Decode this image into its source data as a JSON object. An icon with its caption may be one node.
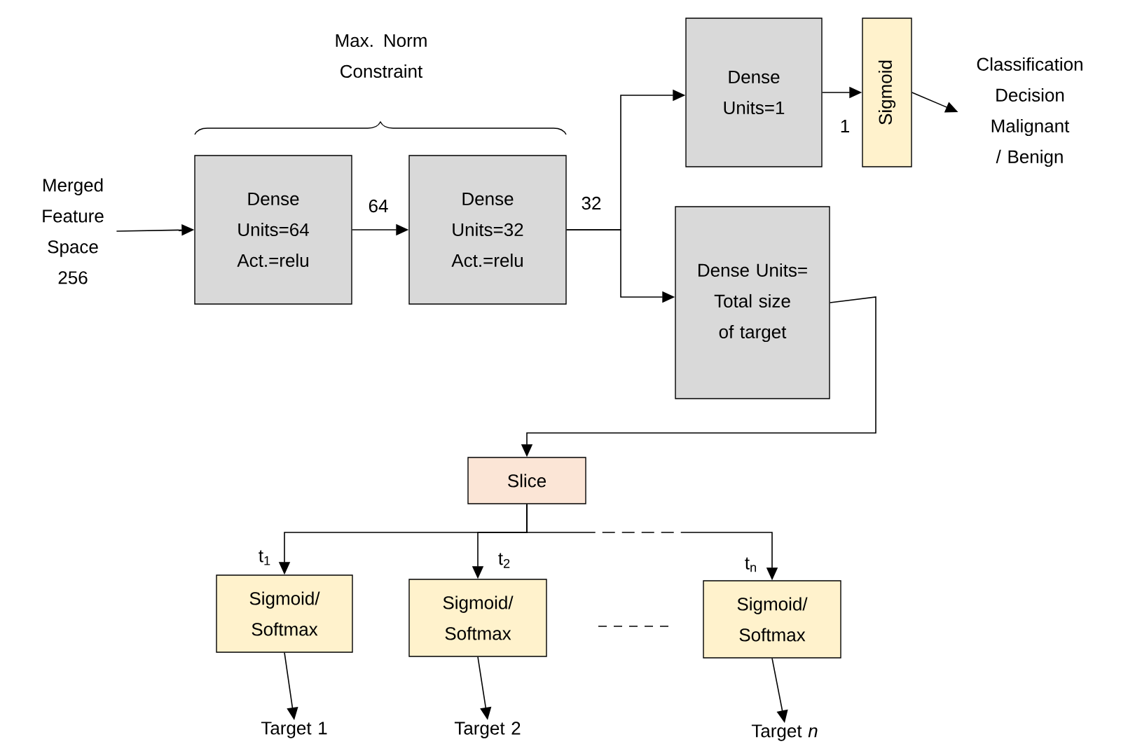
{
  "diagram": {
    "nodes": [
      {
        "text": [
          "Merged Feature Space 256"
        ]
      },
      {
        "text": [
          "Dense Units=64 Act.=relu"
        ]
      },
      {
        "text": [
          "Dense Units=32 Act.=relu"
        ]
      },
      {
        "text": [
          "Dense Units=1"
        ]
      },
      {
        "text": [
          "Sigmoid"
        ]
      },
      {
        "text": [
          "Classification Decision Malignant / Benign"
        ]
      },
      {
        "text": [
          "Dense Units= Total size of target"
        ]
      },
      {
        "text": [
          "Slice"
        ]
      },
      {
        "text": [
          "Sigmoid/ Softmax"
        ]
      },
      {
        "text": [
          "Sigmoid/ Softmax"
        ]
      },
      {
        "text": [
          "Sigmoid/ Softmax"
        ]
      },
      {
        "text": [
          "Target 1"
        ]
      },
      {
        "text": [
          "Target 2"
        ]
      },
      {
        "text": [
          "Target *n*"
        ]
      }
    ],
    "edges": [
      {
        "from": 0,
        "to": 1,
        "arrow": "to"
      },
      {
        "from": 1,
        "to": 2,
        "arrow": "to",
        "label": "64"
      },
      {
        "from": 2,
        "to": 3,
        "arrow": "to",
        "label": "32"
      },
      {
        "from": 2,
        "to": 6,
        "arrow": "to"
      },
      {
        "from": 3,
        "to": 4,
        "arrow": "to",
        "label": "1"
      },
      {
        "from": 4,
        "to": 5,
        "arrow": "to"
      },
      {
        "from": 6,
        "to": 7,
        "arrow": "to"
      },
      {
        "from": 7,
        "to": 8,
        "arrow": "to",
        "label": "t$_{1}$"
      },
      {
        "from": 7,
        "to": 9,
        "arrow": "to",
        "label": "t$_{2}$"
      },
      {
        "from": 7,
        "to": 10,
        "arrow": "to",
        "label": "t$_{n}$",
        "style": "dashed"
      },
      {
        "from": 8,
        "to": 11,
        "arrow": "to"
      },
      {
        "from": 9,
        "to": 12,
        "arrow": "to"
      },
      {
        "from": 10,
        "to": 13,
        "arrow": "to"
      }
    ],
    "labels": [
      "Max. Norm Constraint"
    ]
  }
}
